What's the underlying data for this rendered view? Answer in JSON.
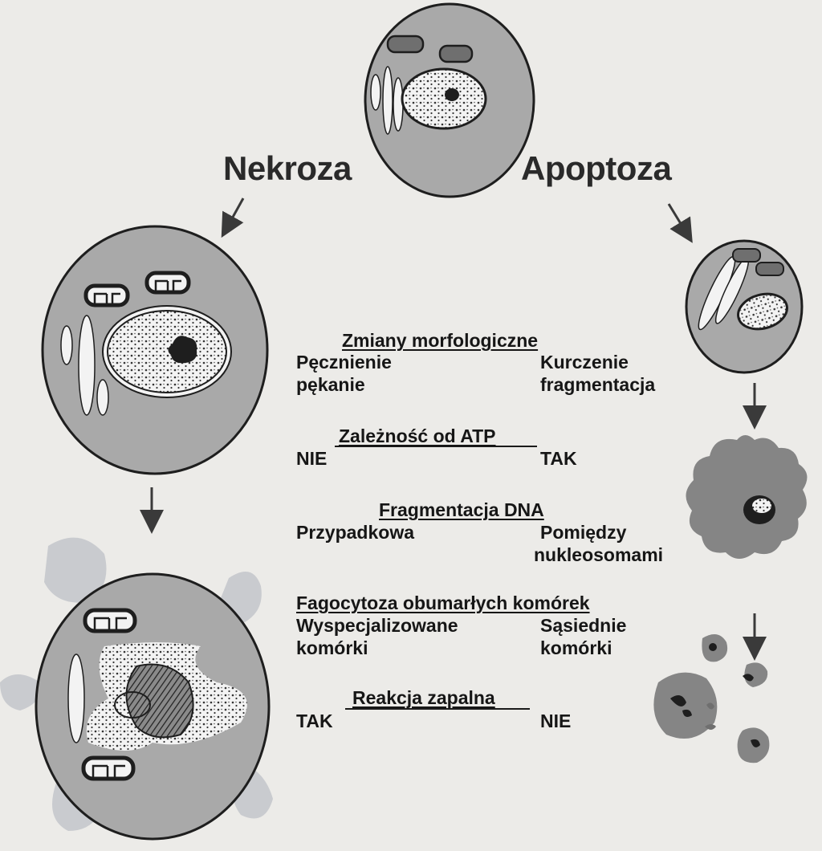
{
  "labels": {
    "necrosis": "Nekroza",
    "apoptosis": "Apoptoza"
  },
  "comparison": {
    "morphology": {
      "title": "Zmiany morfologiczne",
      "necrosis": [
        "Pęcznienie",
        "pękanie"
      ],
      "apoptosis": [
        "Kurczenie",
        "fragmentacja"
      ]
    },
    "atp": {
      "title": "Zależność od ATP",
      "necrosis": "NIE",
      "apoptosis": "TAK"
    },
    "dna": {
      "title": "Fragmentacja DNA",
      "necrosis": "Przypadkowa",
      "apoptosis": [
        "Pomiędzy",
        "nukleosomami"
      ]
    },
    "phagocytosis": {
      "title": "Fagocytoza obumarłych komórek",
      "necrosis": [
        "Wyspecjalizowane",
        "komórki"
      ],
      "apoptosis": [
        "Sąsiednie",
        "komórki"
      ]
    },
    "inflammation": {
      "title": "Reakcja zapalna",
      "necrosis": "TAK",
      "apoptosis": "NIE"
    }
  },
  "colors": {
    "background": "#ecebe8",
    "cytoplasm": "#a9a9a9",
    "debris": "#c9cbcf",
    "outline": "#1e1e1e"
  }
}
